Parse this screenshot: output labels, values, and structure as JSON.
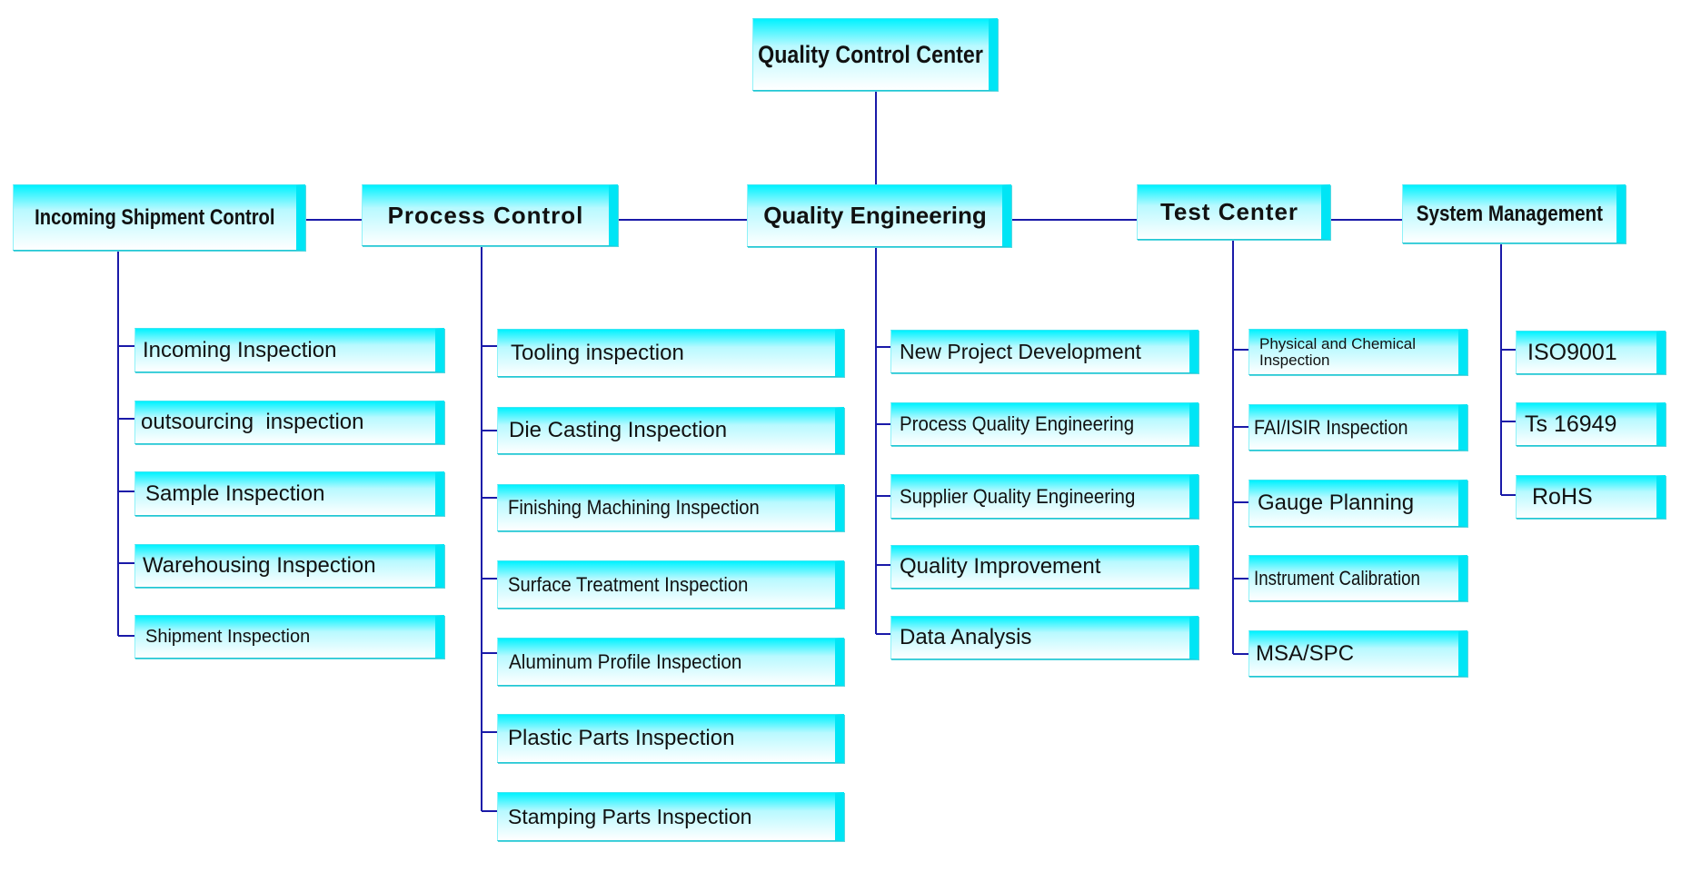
{
  "root": {
    "label": "Quality Control Center"
  },
  "departments": [
    {
      "label": "Incoming Shipment Control",
      "children": [
        "Incoming Inspection",
        "outsourcing  inspection",
        "Sample Inspection",
        "Warehousing Inspection",
        "Shipment Inspection"
      ]
    },
    {
      "label": "Process Control",
      "children": [
        "Tooling inspection",
        "Die Casting Inspection",
        "Finishing Machining Inspection",
        "Surface Treatment Inspection",
        "Aluminum Profile Inspection",
        "Plastic Parts Inspection",
        "Stamping Parts Inspection"
      ]
    },
    {
      "label": "Quality Engineering",
      "children": [
        "New Project Development",
        "Process Quality Engineering",
        "Supplier Quality Engineering",
        "Quality Improvement",
        "Data Analysis"
      ]
    },
    {
      "label": "Test Center",
      "children": [
        "Physical and Chemical Inspection",
        "FAI/ISIR Inspection",
        "Gauge Planning",
        "Instrument Calibration",
        "MSA/SPC"
      ]
    },
    {
      "label": "System Management",
      "children": [
        "ISO9001",
        "Ts 16949",
        "RoHS"
      ]
    }
  ],
  "colors": {
    "connector": "#1a1aa8",
    "box_top": "#00f2ff",
    "box_edge": "#00e5f5"
  }
}
